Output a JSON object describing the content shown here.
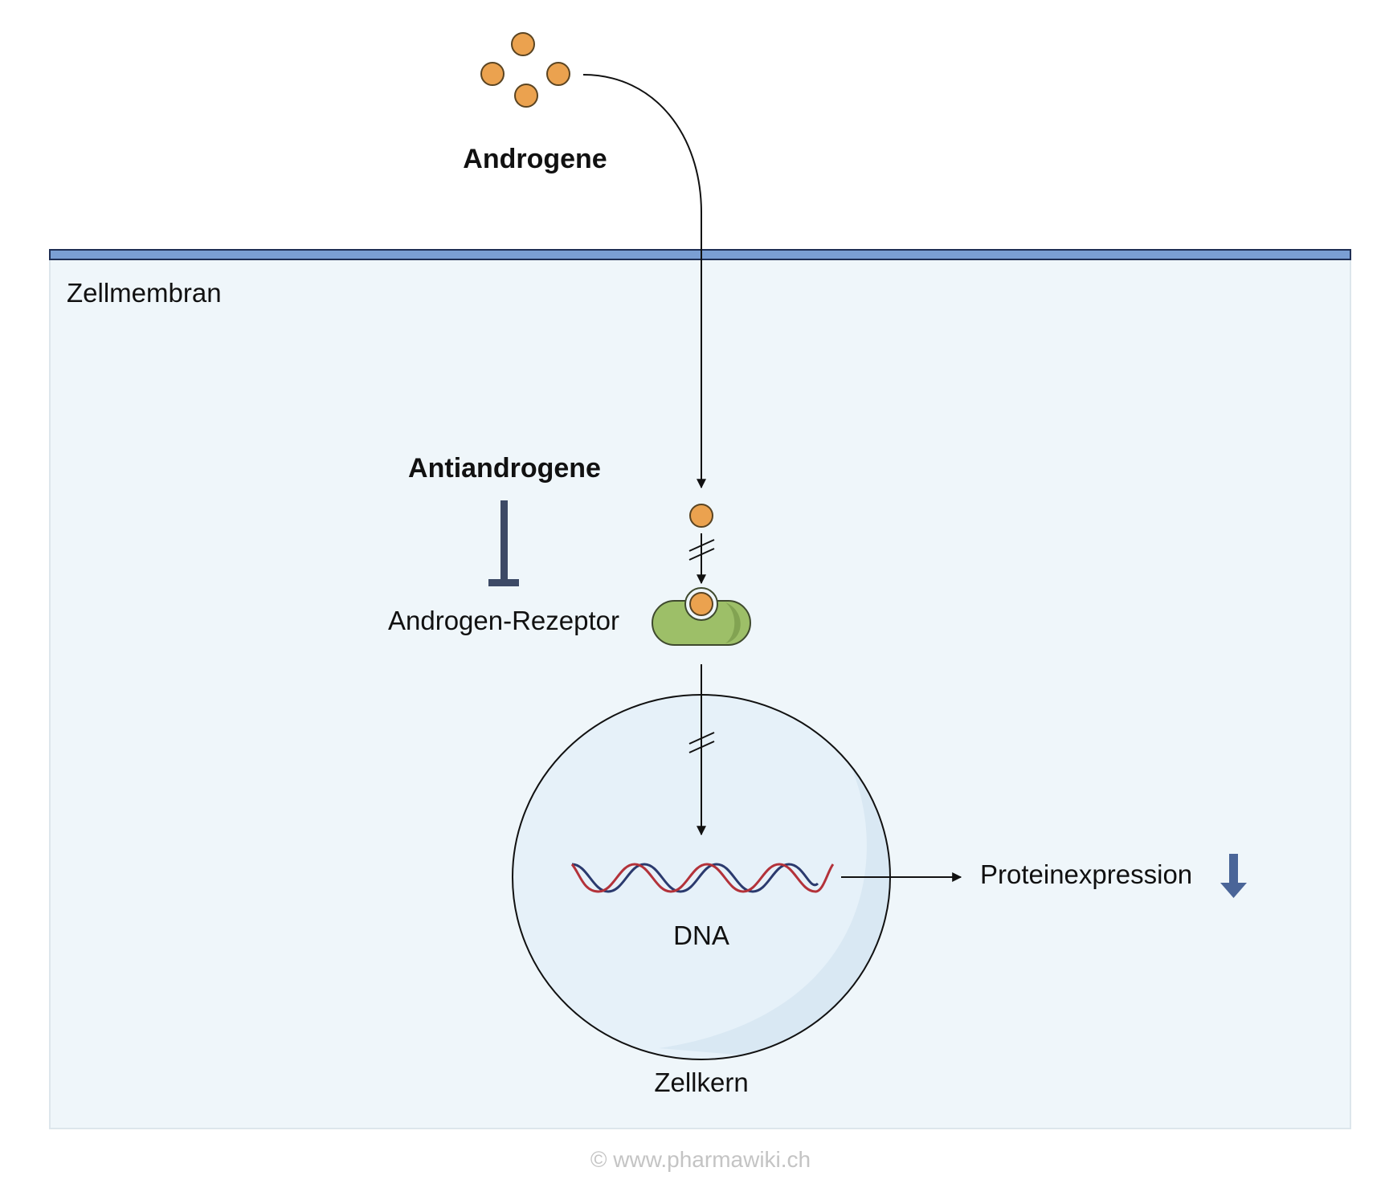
{
  "labels": {
    "androgene": "Androgene",
    "zellmembran": "Zellmembran",
    "antiandrogene": "Antiandrogene",
    "receptor": "Androgen-Rezeptor",
    "dna": "DNA",
    "zellkern": "Zellkern",
    "protein": "Proteinexpression",
    "copyright": "© www.pharmawiki.ch"
  },
  "colors": {
    "membrane": "#7b9fd4",
    "cell_fill": "#eff6fa",
    "nucleus_fill": "#e6f1f9",
    "molecule": "#eba24f",
    "receptor": "#9dbf68",
    "receptor_dark": "#82a352",
    "inhibitor": "#3d4a66",
    "down_arrow": "#4a6598",
    "dna_strand_a": "#2b3a6e",
    "dna_strand_b": "#b3323a"
  },
  "icons": {
    "inhibition": "inhibition-t-bar-icon",
    "decrease": "down-arrow-icon"
  }
}
